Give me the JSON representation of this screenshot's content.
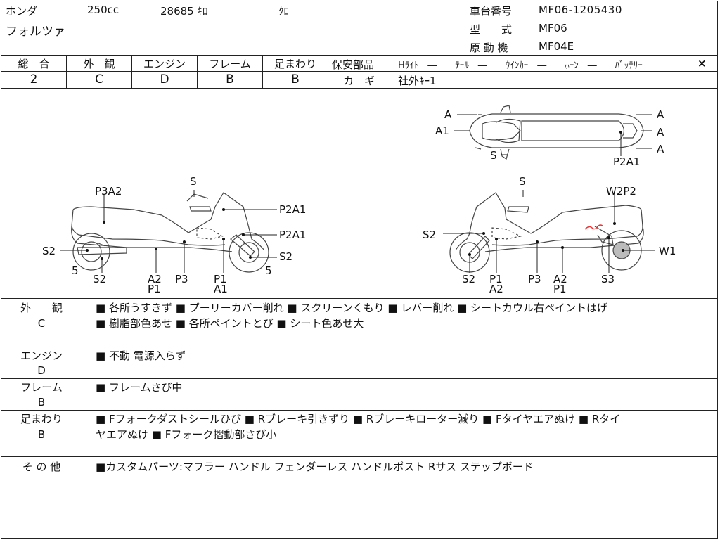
{
  "header": {
    "maker": "ホンダ",
    "displacement": "250cc",
    "mileage": "28685 ｷﾛ",
    "color": "ｸﾛ",
    "model_name": "フォルツァ",
    "frame_no_label": "車台番号",
    "frame_no": "MF06-1205430",
    "type_label": "型　　式",
    "type": "MF06",
    "engine_label": "原 動 機",
    "engine": "MF04E"
  },
  "grades": [
    {
      "label": "総　合",
      "value": "2"
    },
    {
      "label": "外　観",
      "value": "C"
    },
    {
      "label": "エンジン",
      "value": "D"
    },
    {
      "label": "フレーム",
      "value": "B"
    },
    {
      "label": "足まわり",
      "value": "B"
    }
  ],
  "safety": {
    "title": "保安部品",
    "items": "Hﾗｲﾄ　―　　ﾃｰﾙ　―　　ｳｲﾝｶｰ　―　　ﾎｰﾝ　―　　ﾊﾞｯﾃﾘｰ",
    "battery_mark": "×",
    "key_label": "カ　ギ",
    "key_value": "社外ｷｰ1"
  },
  "diagram_labels": {
    "top": [
      "A",
      "A1",
      "S",
      "A",
      "A",
      "A",
      "P2A1"
    ],
    "left": [
      "S",
      "P3A2",
      "P2A1",
      "P2A1",
      "S2",
      "S2",
      "5",
      "S2",
      "5",
      "A2",
      "P1",
      "P3",
      "P1",
      "A1"
    ],
    "right": [
      "S",
      "W2P2",
      "S2",
      "W1",
      "S2",
      "P1",
      "A2",
      "P3",
      "A2",
      "P1",
      "S3"
    ]
  },
  "notes": [
    {
      "label": "外　　観",
      "grade": "C",
      "lines": [
        "■ 各所うすきず ■ プーリーカバー削れ ■ スクリーンくもり ■ レバー削れ ■ シートカウル右ペイントはげ",
        "■ 樹脂部色あせ ■ 各所ペイントとび ■ シート色あせ大"
      ]
    },
    {
      "label": "エンジン",
      "grade": "D",
      "lines": [
        "■ 不動 電源入らず"
      ]
    },
    {
      "label": "フレーム",
      "grade": "B",
      "lines": [
        "■ フレームさび中"
      ]
    },
    {
      "label": "足まわり",
      "grade": "B",
      "lines": [
        "■ Fフォークダストシールひび ■ Rブレーキ引きずり ■ Rブレーキローター減り ■ Fタイヤエアぬけ ■ Rタイ",
        "ヤエアぬけ ■ Fフォーク摺動部さび小"
      ]
    },
    {
      "label": "そ の 他",
      "grade": "",
      "lines": [
        "■カスタムパーツ:マフラー ハンドル フェンダーレス ハンドルポスト Rサス ステップボード"
      ]
    }
  ]
}
